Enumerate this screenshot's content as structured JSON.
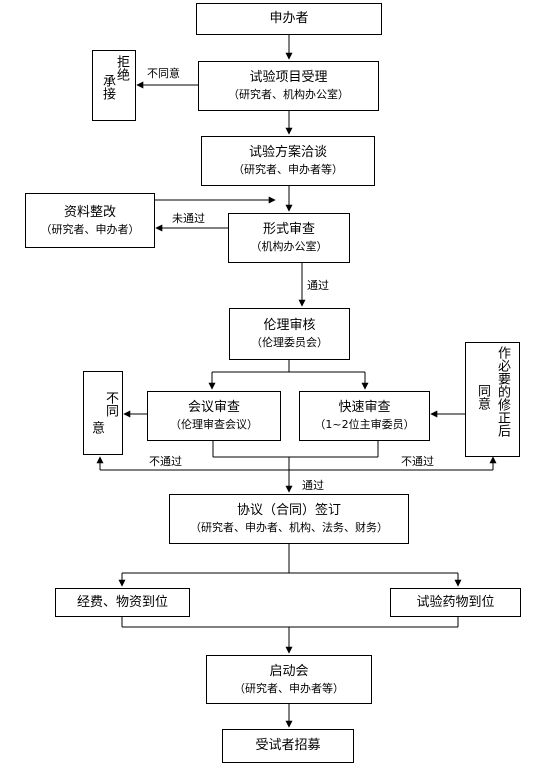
{
  "nodes": {
    "sponsor": "申办者",
    "accept": {
      "title": "试验项目受理",
      "sub": "（研究者、机构办公室）"
    },
    "plan": {
      "title": "试验方案洽谈",
      "sub": "（研究者、申办者等）"
    },
    "material": {
      "title": "资料整改",
      "sub": "（研究者、申办者）"
    },
    "formal": {
      "title": "形式审查",
      "sub": "（机构办公室）"
    },
    "ethics": {
      "title": "伦理审核",
      "sub": "（伦理委员会）"
    },
    "meeting": {
      "title": "会议审查",
      "sub": "（伦理审查会议）"
    },
    "fast": {
      "title": "快速审查",
      "sub": "（1~2位主审委员）"
    },
    "agreement": {
      "title": "协议（合同）签订",
      "sub": "（研究者、申办者、机构、法务、财务）"
    },
    "funds": "经费、物资到位",
    "drugs": "试验药物到位",
    "kickoff": {
      "title": "启动会",
      "sub": "（研究者、申办者等）"
    },
    "recruit": "受试者招募",
    "reject": {
      "col1": "拒绝",
      "col2": "承接"
    },
    "disagree": {
      "col1": "不同",
      "col2": "意"
    },
    "revise": {
      "col1": "作必要的修正后",
      "col2": "同意"
    }
  },
  "labels": {
    "disagree_top": "不同意",
    "not_passed_1": "未通过",
    "passed_1": "通过",
    "not_passed_left": "不通过",
    "not_passed_right": "不通过",
    "passed_2": "通过"
  }
}
